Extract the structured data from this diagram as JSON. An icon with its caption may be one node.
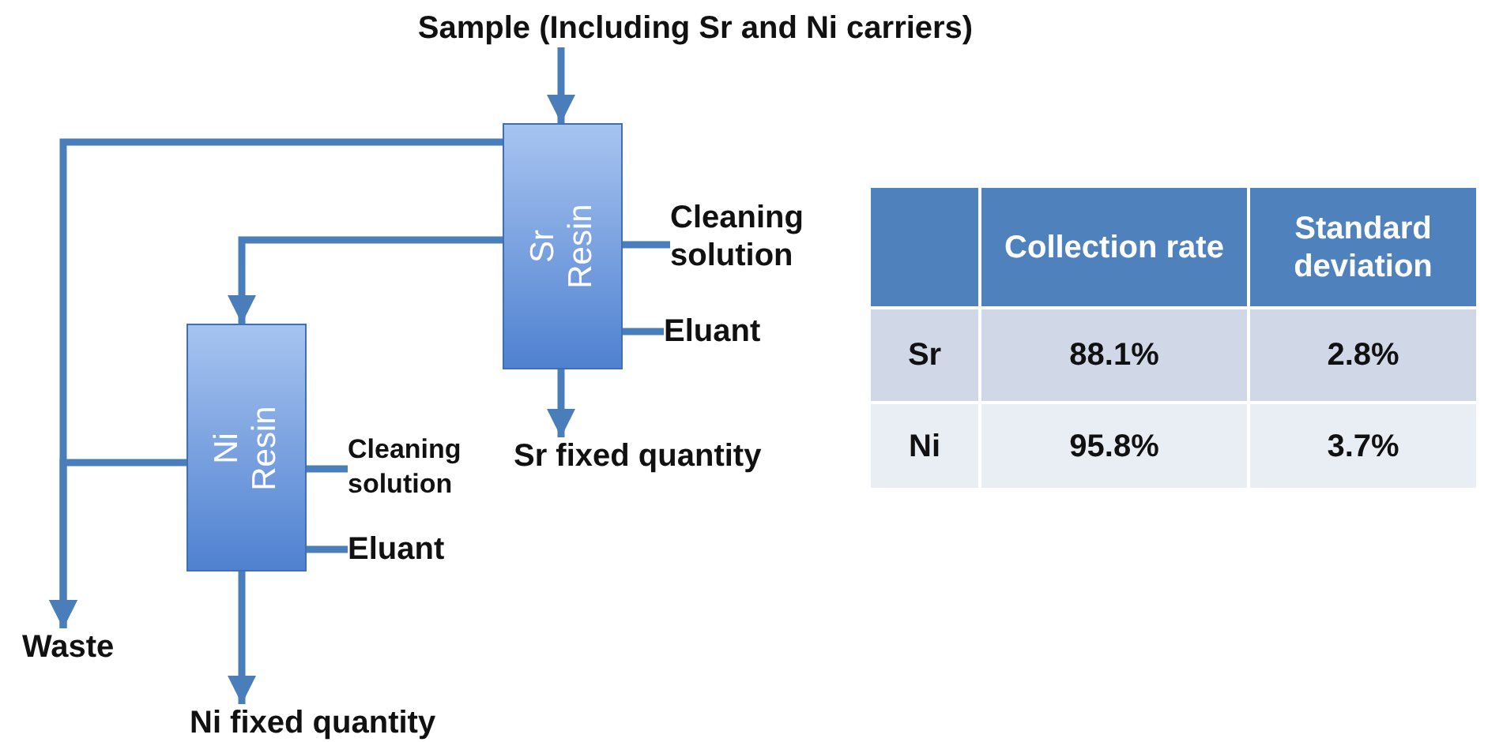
{
  "diagram": {
    "nodes": [
      {
        "text": [
          "Sample (Including Sr and Ni carriers)"
        ]
      },
      {
        "text": [
          "Sr Resin"
        ]
      },
      {
        "text": [
          "Cleaning solution"
        ]
      },
      {
        "text": [
          "Eluant"
        ]
      },
      {
        "text": [
          "Sr fixed quantity"
        ]
      },
      {
        "text": [
          "Ni Resin"
        ]
      },
      {
        "text": [
          "Cleaning solution"
        ]
      },
      {
        "text": [
          "Eluant"
        ]
      },
      {
        "text": [
          "Waste"
        ]
      },
      {
        "text": [
          "Ni fixed quantity"
        ]
      }
    ],
    "edges": [
      {
        "from": 0,
        "to": 1,
        "arrow": "to"
      },
      {
        "from": 1,
        "to": 8,
        "arrow": "to"
      },
      {
        "from": 1,
        "to": 5,
        "arrow": "to"
      },
      {
        "from": 2,
        "to": 1,
        "arrow": "none"
      },
      {
        "from": 3,
        "to": 1,
        "arrow": "none"
      },
      {
        "from": 1,
        "to": 4,
        "arrow": "to"
      },
      {
        "from": 5,
        "to": 8,
        "arrow": "to"
      },
      {
        "from": 6,
        "to": 5,
        "arrow": "none"
      },
      {
        "from": 7,
        "to": 5,
        "arrow": "none"
      },
      {
        "from": 5,
        "to": 9,
        "arrow": "to"
      }
    ],
    "labels": [
      "Collection rate",
      "Standard deviation",
      "Sr",
      "88.1%",
      "2.8%",
      "Ni",
      "95.8%",
      "3.7%"
    ]
  }
}
